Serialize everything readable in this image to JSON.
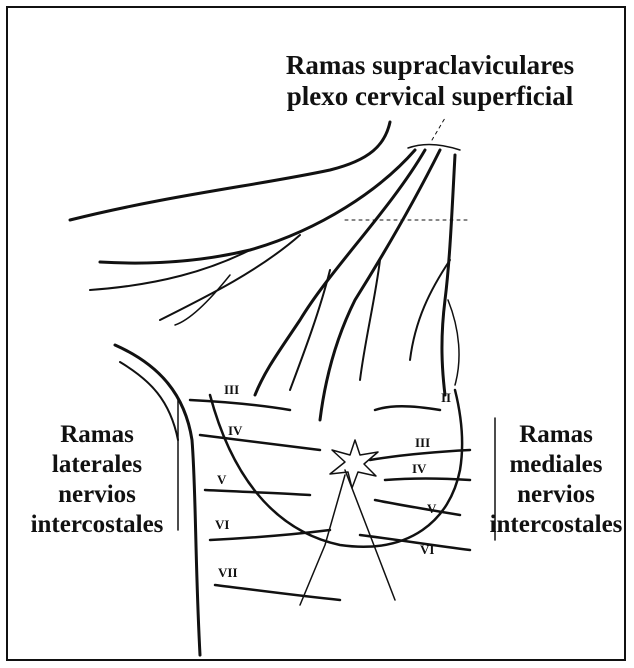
{
  "top_label": {
    "line1": "Ramas  supraclaviculares",
    "line2": "plexo cervical superficial"
  },
  "left_label": {
    "line1": "Ramas",
    "line2": "laterales",
    "line3": "nervios",
    "line4": "intercostales"
  },
  "right_label": {
    "line1": "Ramas",
    "line2": "mediales",
    "line3": "nervios",
    "line4": "intercostales"
  },
  "left_roman": [
    "III",
    "IV",
    "V",
    "VI",
    "VII"
  ],
  "right_roman": [
    "II",
    "III",
    "IV",
    "V",
    "VI"
  ],
  "colors": {
    "line": "#111111",
    "background": "#ffffff"
  }
}
